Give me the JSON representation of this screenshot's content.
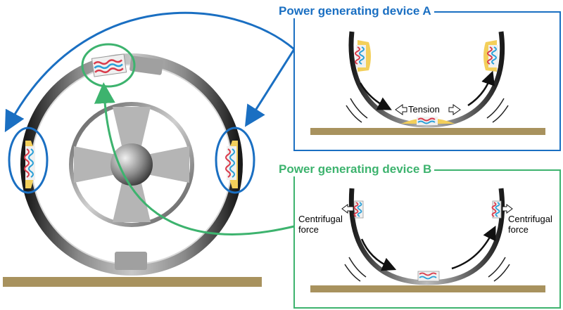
{
  "panels": {
    "device_a": {
      "title": "Power generating device A",
      "tension_label": "Tension"
    },
    "device_b": {
      "title": "Power generating device B",
      "force_label_line1": "Centrifugal",
      "force_label_line2": "force"
    }
  },
  "colors": {
    "device_a_accent": "#1a6fc2",
    "device_b_accent": "#3db36e",
    "ground": "#a8925e",
    "generator_pad": "#f3cf5a",
    "wave_red": "#d93a4a",
    "wave_blue": "#2aa0d8"
  },
  "icons": [
    "right-arrow-icon",
    "left-arrow-icon",
    "double-arrow-icon"
  ]
}
